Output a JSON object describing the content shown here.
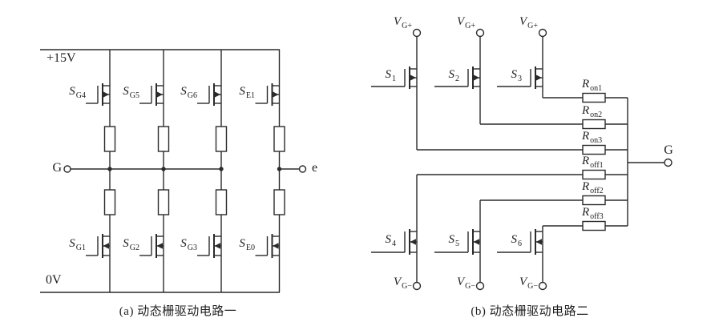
{
  "colors": {
    "line": "#2b2b2b",
    "background": "#ffffff"
  },
  "left_circuit": {
    "caption": "(a) 动态栅驱动电路一",
    "top_rail_label": "+15V",
    "bottom_rail_label": "0V",
    "gate_terminal": "G",
    "emitter_terminal": "e",
    "top_switches": [
      {
        "main": "S",
        "sub": "G4"
      },
      {
        "main": "S",
        "sub": "G5"
      },
      {
        "main": "S",
        "sub": "G6"
      },
      {
        "main": "S",
        "sub": "E1"
      }
    ],
    "bottom_switches": [
      {
        "main": "S",
        "sub": "G1"
      },
      {
        "main": "S",
        "sub": "G2"
      },
      {
        "main": "S",
        "sub": "G3"
      },
      {
        "main": "S",
        "sub": "E0"
      }
    ]
  },
  "right_circuit": {
    "caption": "(b) 动态栅驱动电路二",
    "gate_terminal": "G",
    "pos_supplies": [
      {
        "main": "V",
        "sub": "G+"
      },
      {
        "main": "V",
        "sub": "G+"
      },
      {
        "main": "V",
        "sub": "G+"
      }
    ],
    "neg_supplies": [
      {
        "main": "V",
        "sub": "G−"
      },
      {
        "main": "V",
        "sub": "G−"
      },
      {
        "main": "V",
        "sub": "G−"
      }
    ],
    "top_switches": [
      {
        "main": "S",
        "sub": "1"
      },
      {
        "main": "S",
        "sub": "2"
      },
      {
        "main": "S",
        "sub": "3"
      }
    ],
    "bottom_switches": [
      {
        "main": "S",
        "sub": "4"
      },
      {
        "main": "S",
        "sub": "5"
      },
      {
        "main": "S",
        "sub": "6"
      }
    ],
    "on_resistors": [
      {
        "main": "R",
        "sub": "on1"
      },
      {
        "main": "R",
        "sub": "on2"
      },
      {
        "main": "R",
        "sub": "on3"
      }
    ],
    "off_resistors": [
      {
        "main": "R",
        "sub": "off1"
      },
      {
        "main": "R",
        "sub": "off2"
      },
      {
        "main": "R",
        "sub": "off3"
      }
    ]
  }
}
